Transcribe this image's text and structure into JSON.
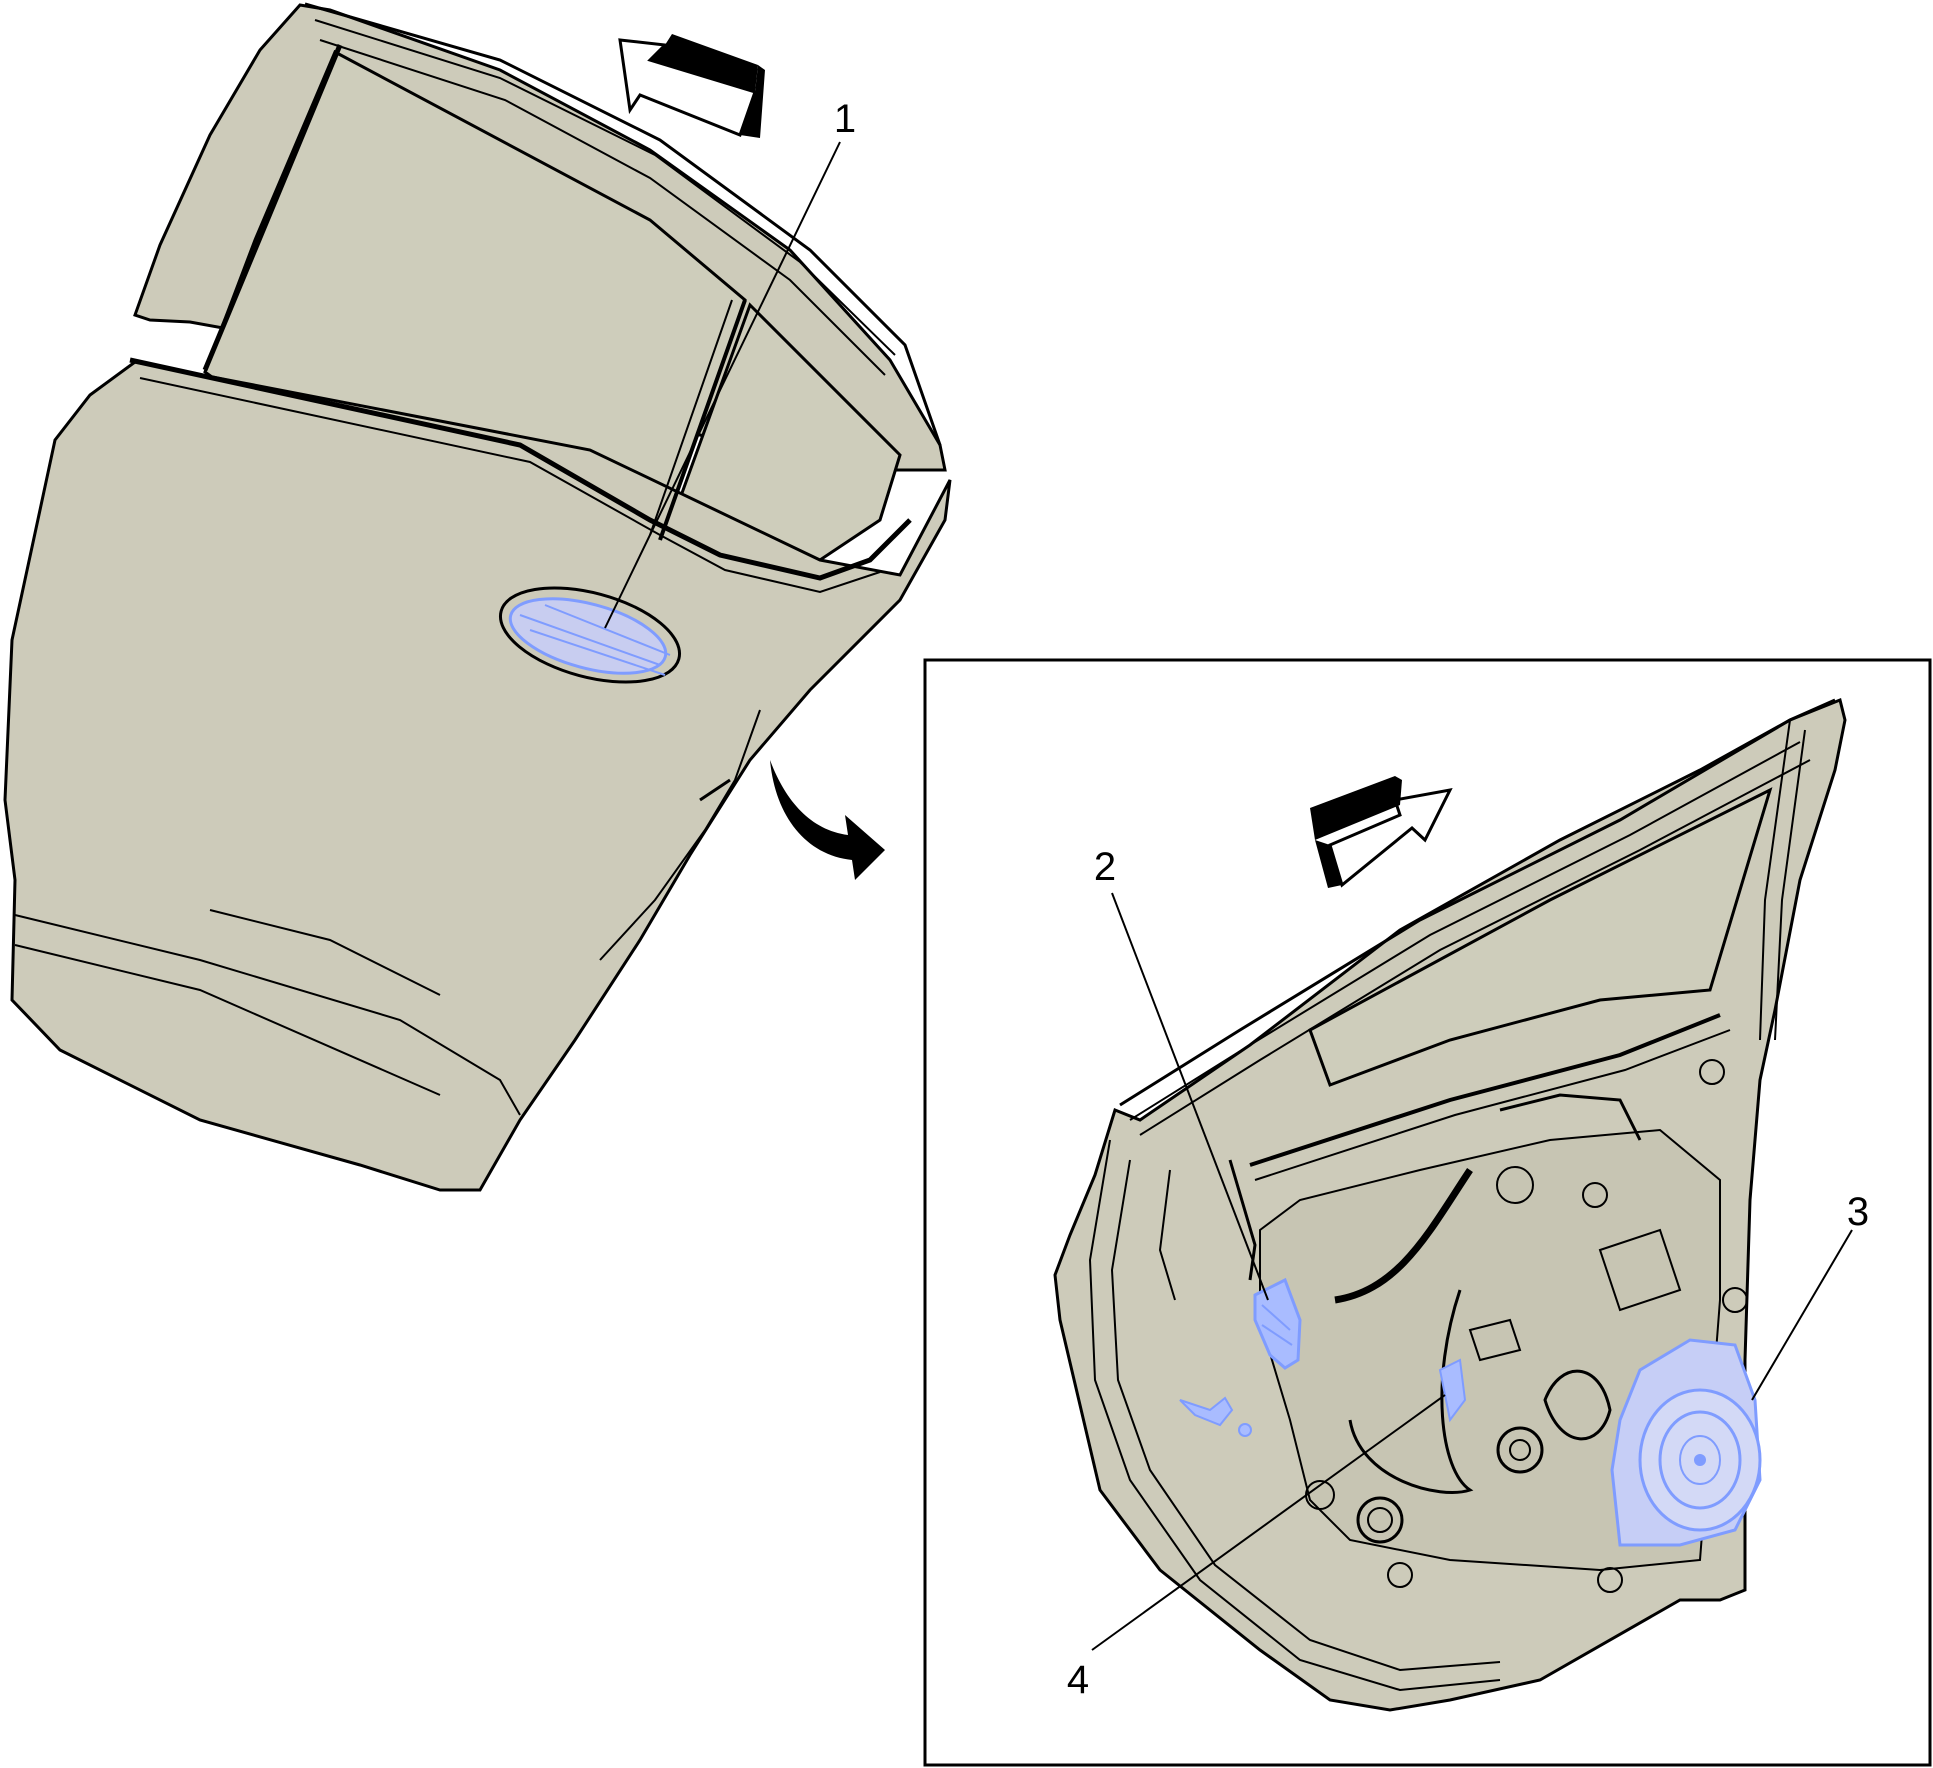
{
  "colors": {
    "panel": "#cdcbba",
    "panel_dark": "#bdbba9",
    "glass": "#cfcdbc",
    "highlight": "#7f9cff",
    "highlight_fill": "#a9bcff",
    "line": "#000000"
  },
  "callouts": [
    {
      "id": "1",
      "label": "1"
    },
    {
      "id": "2",
      "label": "2"
    },
    {
      "id": "3",
      "label": "3"
    },
    {
      "id": "4",
      "label": "4"
    }
  ],
  "icons": {
    "front_arrow_outer": "direction-arrow-icon",
    "front_arrow_inner": "direction-arrow-icon",
    "view_change_arrow": "curved-arrow-icon"
  }
}
